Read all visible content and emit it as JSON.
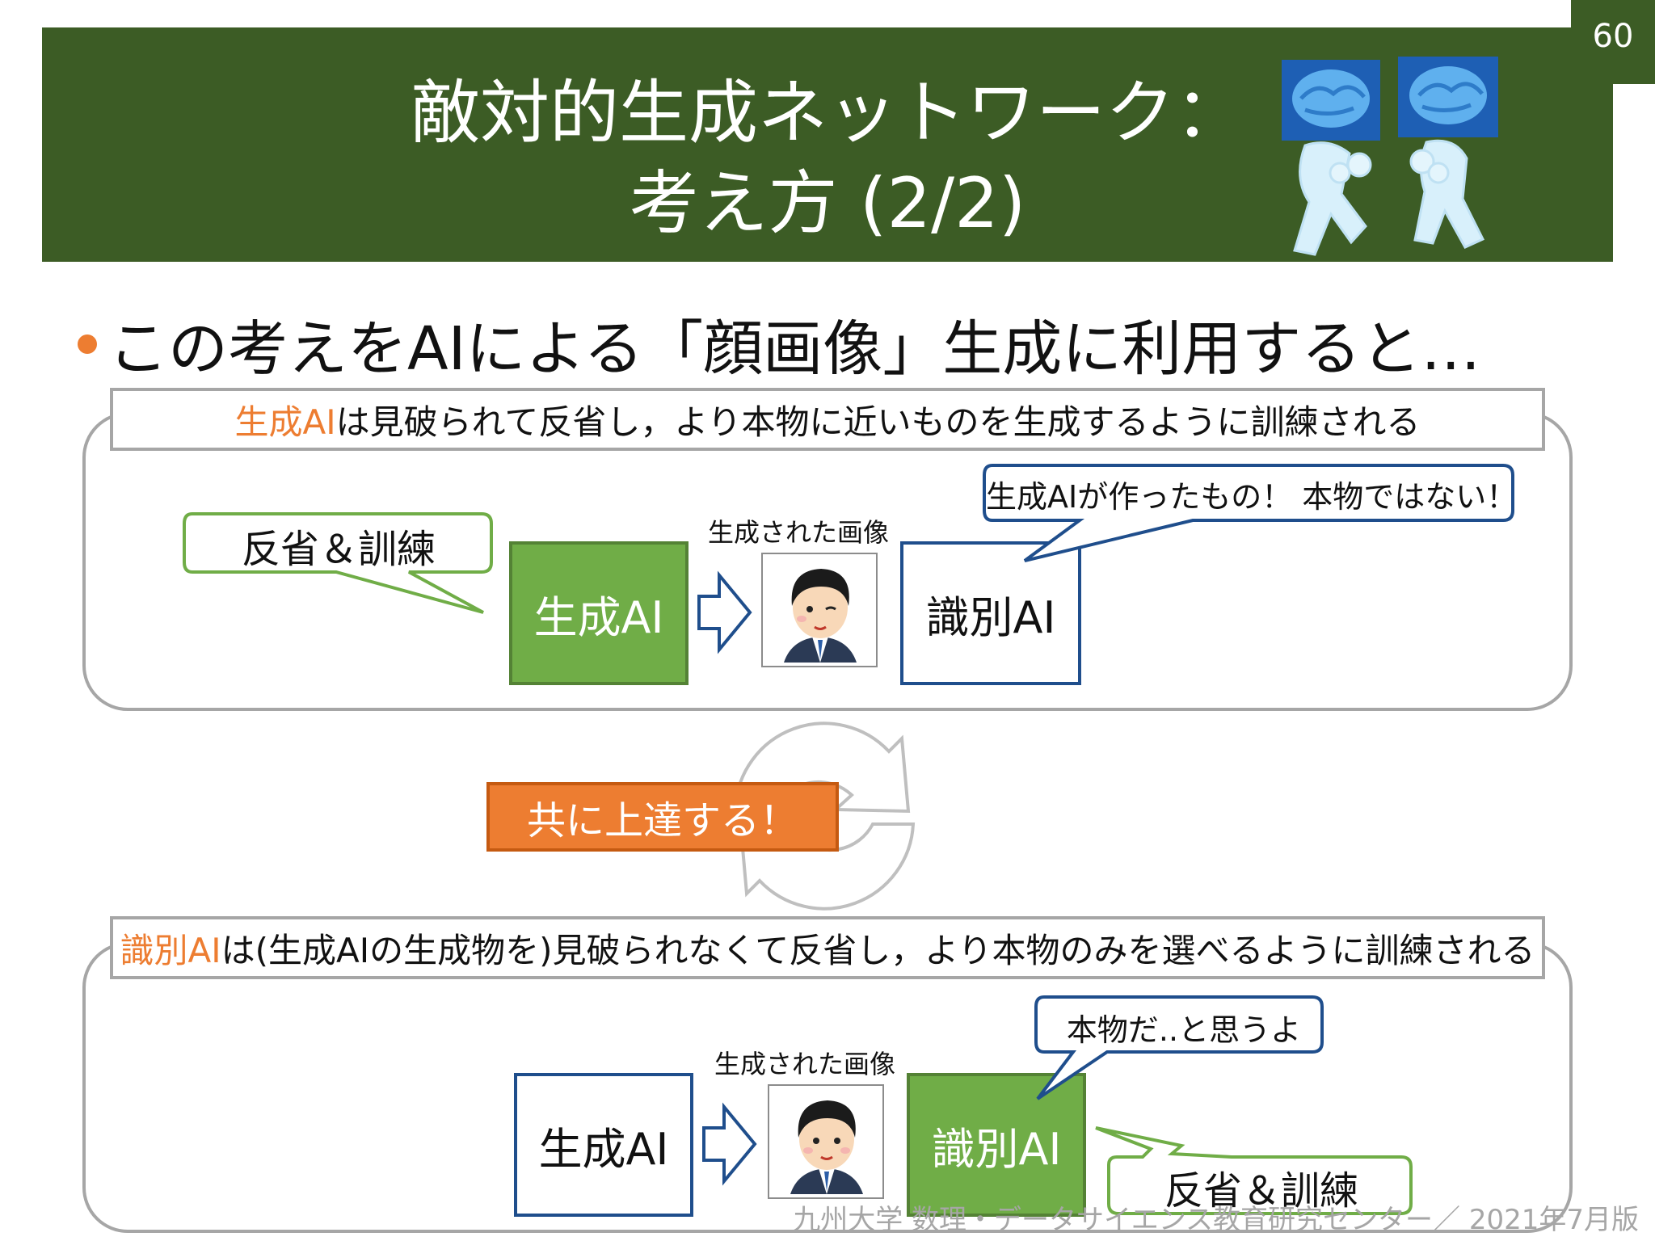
{
  "page": {
    "number": "60"
  },
  "title": {
    "text": "敵対的生成ネットワーク：\n考え方 (2/2)"
  },
  "bullet": {
    "text": "この考えをAIによる「顔画像」生成に利用すると…"
  },
  "top_panel": {
    "caption_highlight": "生成AI",
    "caption_rest": "は見破られて反省し，より本物に近いものを生成するように訓練される",
    "reflect_bubble": "反省＆訓練",
    "generator_label": "生成AI",
    "image_label": "生成された画像",
    "discriminator_label": "識別AI",
    "discriminator_bubble": "生成AIが作ったもの！ 本物ではない！"
  },
  "middle": {
    "badge": "共に上達する！"
  },
  "bottom_panel": {
    "caption_highlight": "識別AI",
    "caption_rest": "は(生成AIの生成物を)見破られなくて反省し，より本物のみを選べるように訓練される",
    "generator_label": "生成AI",
    "image_label": "生成された画像",
    "discriminator_label": "識別AI",
    "discriminator_bubble": "本物だ..と思うよ",
    "reflect_bubble": "反省＆訓練"
  },
  "footer": {
    "text": "九州大学 数理・データサイエンス教育研究センター／ 2021年7月版"
  },
  "colors": {
    "title_green": "#3c5c25",
    "accent_orange": "#ed7d31",
    "box_green": "#70ad47",
    "box_blue_border": "#1f4e8c",
    "panel_gray": "#a6a6a6"
  },
  "icons": [
    "brain-robot-boxers-illustration",
    "cycle-arrow-icon",
    "hollow-right-arrow-icon",
    "businessman-face-illustration"
  ]
}
